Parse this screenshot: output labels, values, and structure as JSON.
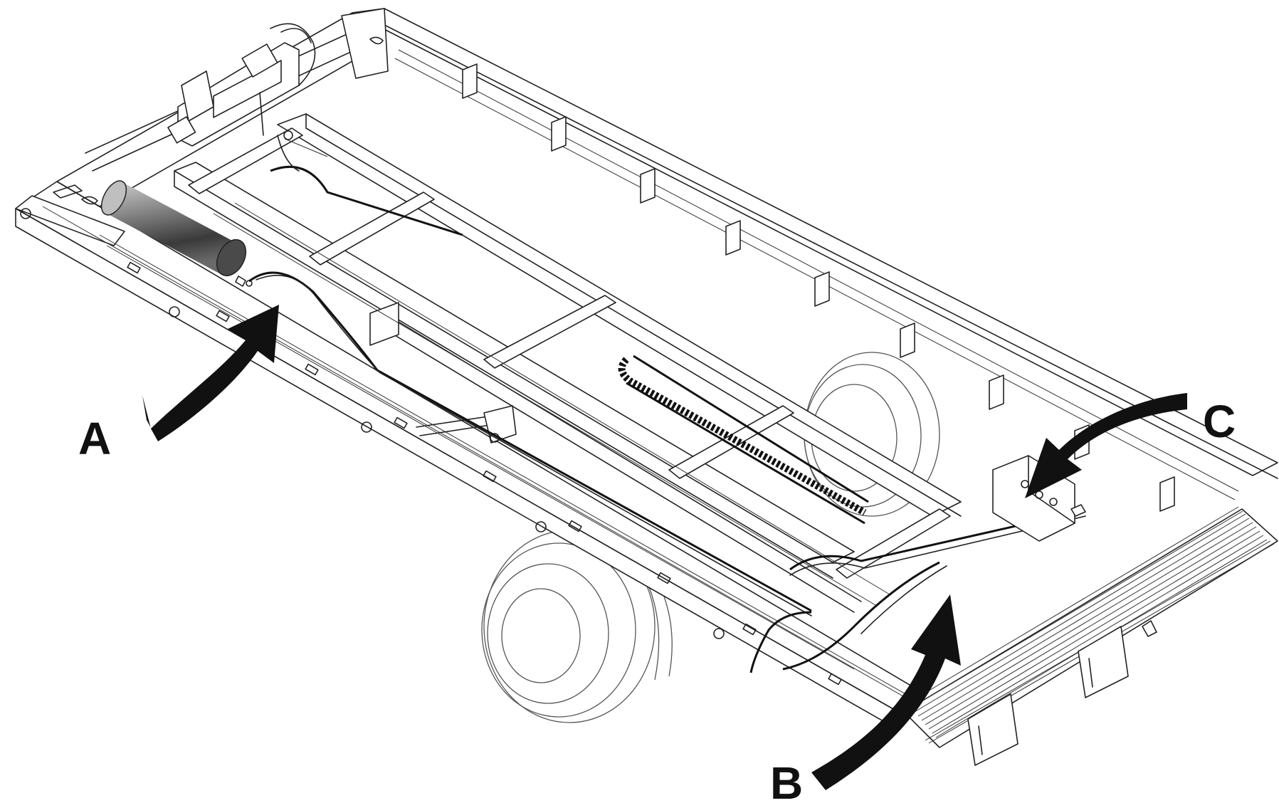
{
  "callouts": [
    {
      "id": "A",
      "label": "A"
    },
    {
      "id": "B",
      "label": "B"
    },
    {
      "id": "C",
      "label": "C"
    }
  ],
  "colors": {
    "arrow": "#111111",
    "line": "#222222",
    "tank_dark": "#3a3a3a",
    "tank_light": "#bdbdbd"
  }
}
